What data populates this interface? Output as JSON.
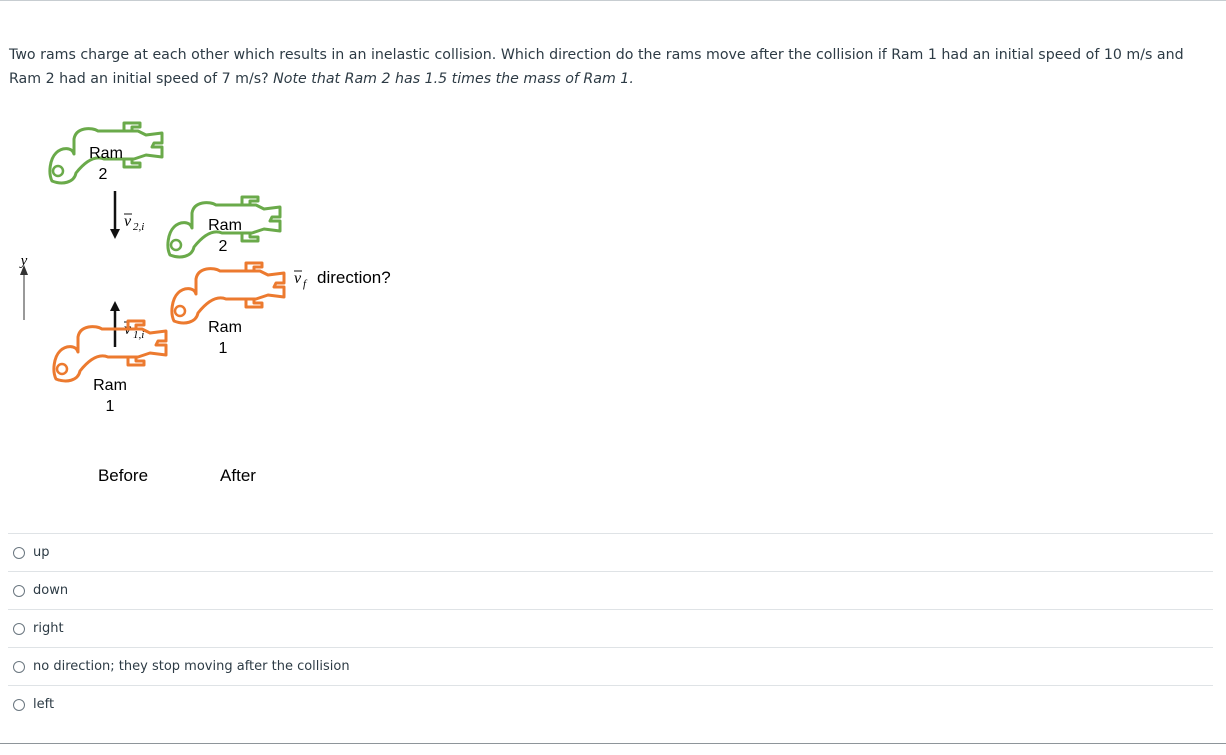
{
  "question": {
    "text": "Two rams charge at each other which results in an inelastic collision. Which direction do the rams move after the collision if Ram 1 had an initial speed of 10 m/s and Ram 2 had an initial speed of 7 m/s?",
    "note": "Note that Ram 2 has 1.5 times the mass of Ram 1."
  },
  "figure": {
    "axis_label": "y",
    "before": {
      "caption": "Before",
      "ram2": {
        "name": "Ram",
        "number": "2"
      },
      "ram1": {
        "name": "Ram",
        "number": "1"
      },
      "v2_label": "v",
      "v2_sub": "2,i",
      "v1_label": "v",
      "v1_sub": "1,i"
    },
    "after": {
      "caption": "After",
      "ram2": {
        "name": "Ram",
        "number": "2"
      },
      "ram1": {
        "name": "Ram",
        "number": "1"
      },
      "vf_label": "v",
      "vf_sub": "f",
      "vf_text": "direction?"
    },
    "colors": {
      "ram2": "#6aaa4a",
      "ram1": "#ec7a2f"
    }
  },
  "answers": [
    {
      "label": "up"
    },
    {
      "label": "down"
    },
    {
      "label": "right"
    },
    {
      "label": "no direction; they stop moving after the collision"
    },
    {
      "label": "left"
    }
  ]
}
